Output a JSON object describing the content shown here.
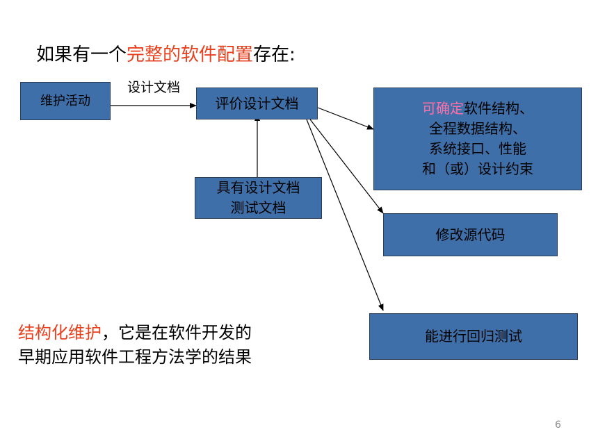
{
  "title": {
    "prefix": "如果有一个",
    "highlight": "完整的软件配置",
    "suffix": "存在:"
  },
  "nodes": {
    "maintenance_activity": "维护活动",
    "evaluate_design_docs": "评价设计文档",
    "has_docs_line1": "具有设计文档",
    "has_docs_line2": "测试文档",
    "determine_highlight": "可确定",
    "determine_line1_rest": "软件结构、",
    "determine_line2": "全程数据结构、",
    "determine_line3": "系统接口、性能",
    "determine_line4": "和（或）设计约束",
    "modify_source": "修改源代码",
    "regression_test": "能进行回归测试"
  },
  "edge_label": "设计文档",
  "note": {
    "highlight": "结构化维护",
    "line1_rest": "，它是在软件开发的",
    "line2": "早期应用软件工程方法学的结果"
  },
  "page_number": "6",
  "colors": {
    "box_fill": "#3f6fa8",
    "box_border": "#2a3c58",
    "highlight_red": "#e8401c",
    "highlight_pink": "#ff6fa8"
  }
}
